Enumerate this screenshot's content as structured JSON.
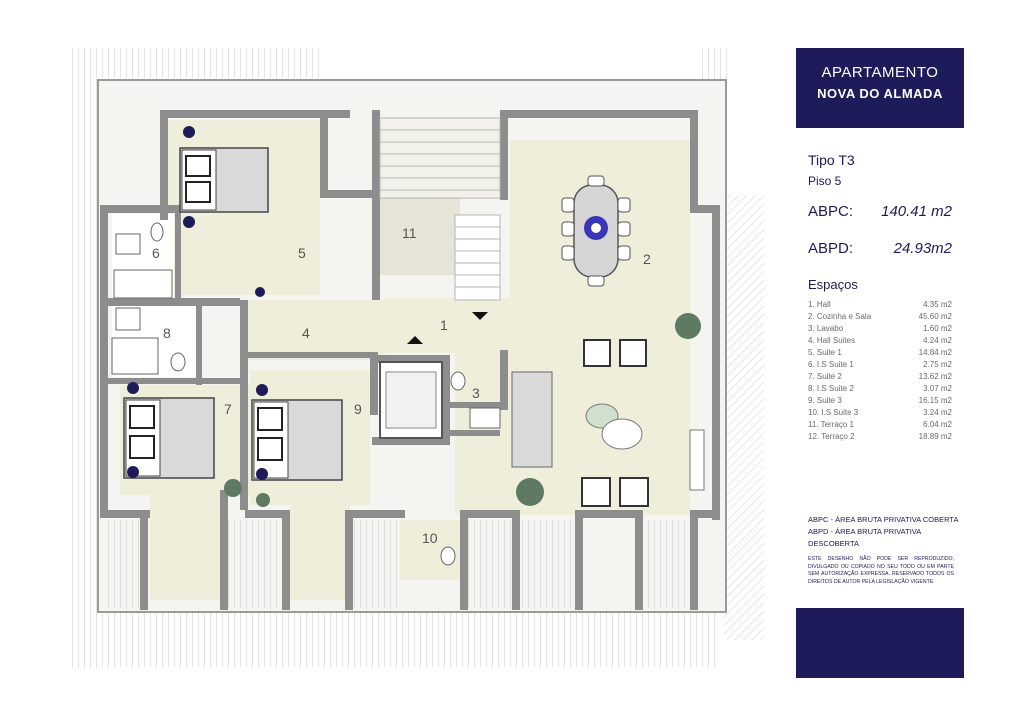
{
  "panel": {
    "title_line1": "APARTAMENTO",
    "title_line2": "NOVA DO ALMADA",
    "tipo": "Tipo T3",
    "piso": "Piso 5",
    "abpc_label": "ABPC:",
    "abpc_value": "140.41 m2",
    "abpd_label": "ABPD:",
    "abpd_value": "24.93m2",
    "espacos_heading": "Espaços",
    "rooms": [
      {
        "name": "1. Hall",
        "area": "4.35 m2"
      },
      {
        "name": "2. Cozinha e Sala",
        "area": "45.60 m2"
      },
      {
        "name": "3. Lavabo",
        "area": "1.60 m2"
      },
      {
        "name": "4. Hall Suites",
        "area": "4.24 m2"
      },
      {
        "name": "5. Suite 1",
        "area": "14.84 m2"
      },
      {
        "name": "6. I.S Suite 1",
        "area": "2.75 m2"
      },
      {
        "name": "7. Suite 2",
        "area": "13.62 m2"
      },
      {
        "name": "8. I.S Suite 2",
        "area": "3.07 m2"
      },
      {
        "name": "9. Suite 3",
        "area": "16.15 m2"
      },
      {
        "name": "10. I.S Suite 3",
        "area": "3.24 m2"
      },
      {
        "name": "11. Terraço 1",
        "area": "6.04 m2"
      },
      {
        "name": "12. Terraço 2",
        "area": "18.89 m2"
      }
    ],
    "legend_abpc": "ABPC - ÁREA BRUTA PRIVATIVA COBERTA",
    "legend_abpd": "ABPD - ÁREA BRUTA PRIVATIVA DESCOBERTA",
    "disclaimer": "ESTE DESENHO NÃO PODE SER REPRODUZIDO, DIVULGADO OU COPIADO NO SEU TODO OU EM PARTE SEM AUTORIZAÇÃO EXPRESSA. RESERVADO TODOS OS DIREITOS DE AUTOR PELA LEGISLAÇÃO VIGENTE."
  },
  "plan": {
    "room_numbers": [
      "1",
      "2",
      "3",
      "4",
      "5",
      "6",
      "7",
      "8",
      "9",
      "10",
      "11"
    ],
    "colors": {
      "wall": "#8d8d8d",
      "floor": "#efeedb",
      "terrace": "#f4f4f1",
      "accent": "#1d1b5a"
    }
  }
}
